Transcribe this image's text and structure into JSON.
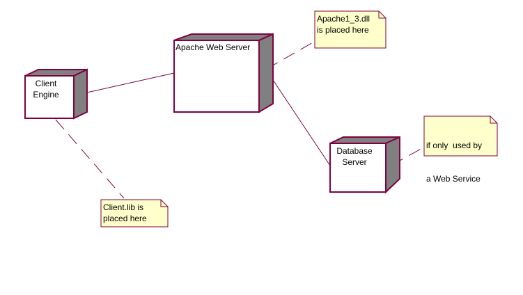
{
  "diagram_type": "UML deployment diagram",
  "colors": {
    "border": "#800040",
    "shade": "#808080",
    "note_fill": "#FFFFCC",
    "line": "#800040"
  },
  "nodes": {
    "client_engine": {
      "line1": "Client",
      "line2": "Engine"
    },
    "apache": {
      "label": "Apache Web Server"
    },
    "database": {
      "line1": "Database",
      "line2": "Server"
    }
  },
  "notes": {
    "apache_dll": {
      "line1": "Apache1_3.dll",
      "line2": "is placed here"
    },
    "client_lib": {
      "line1": "Client.lib is",
      "line2": "placed here"
    },
    "web_service": {
      "line1": "if only  used by",
      "line2": "a Web Service"
    }
  }
}
